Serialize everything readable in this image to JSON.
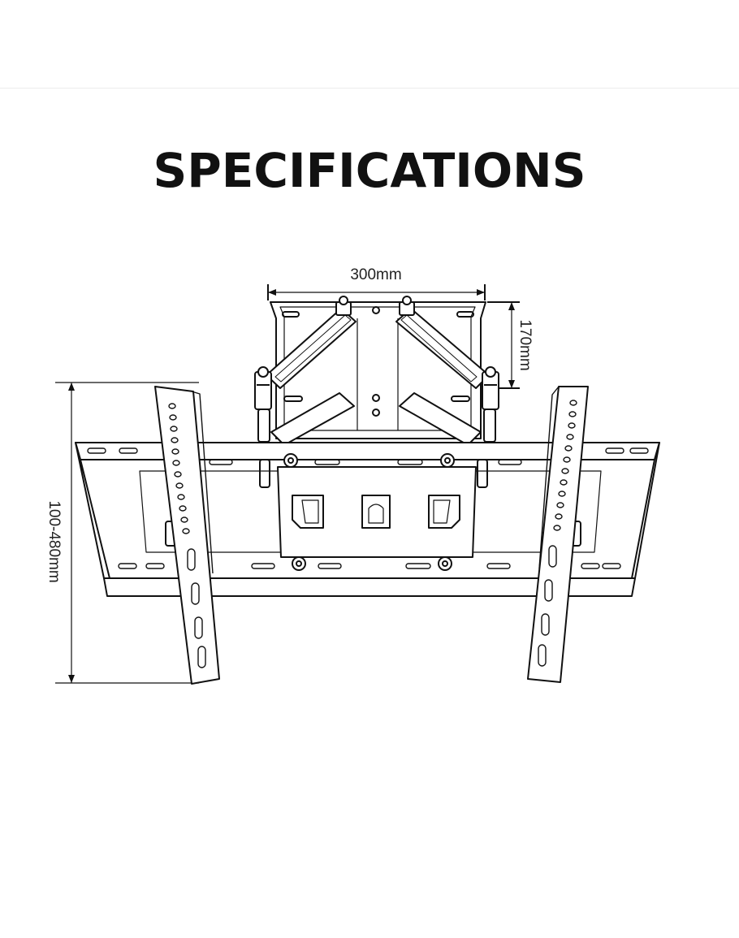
{
  "page": {
    "title": "SPECIFICATIONS"
  },
  "dimensions": {
    "top_width": "300mm",
    "top_height": "170mm",
    "vertical_range": "100-480mm"
  },
  "colors": {
    "line": "#111111",
    "background": "#ffffff",
    "rule": "#ececec"
  }
}
